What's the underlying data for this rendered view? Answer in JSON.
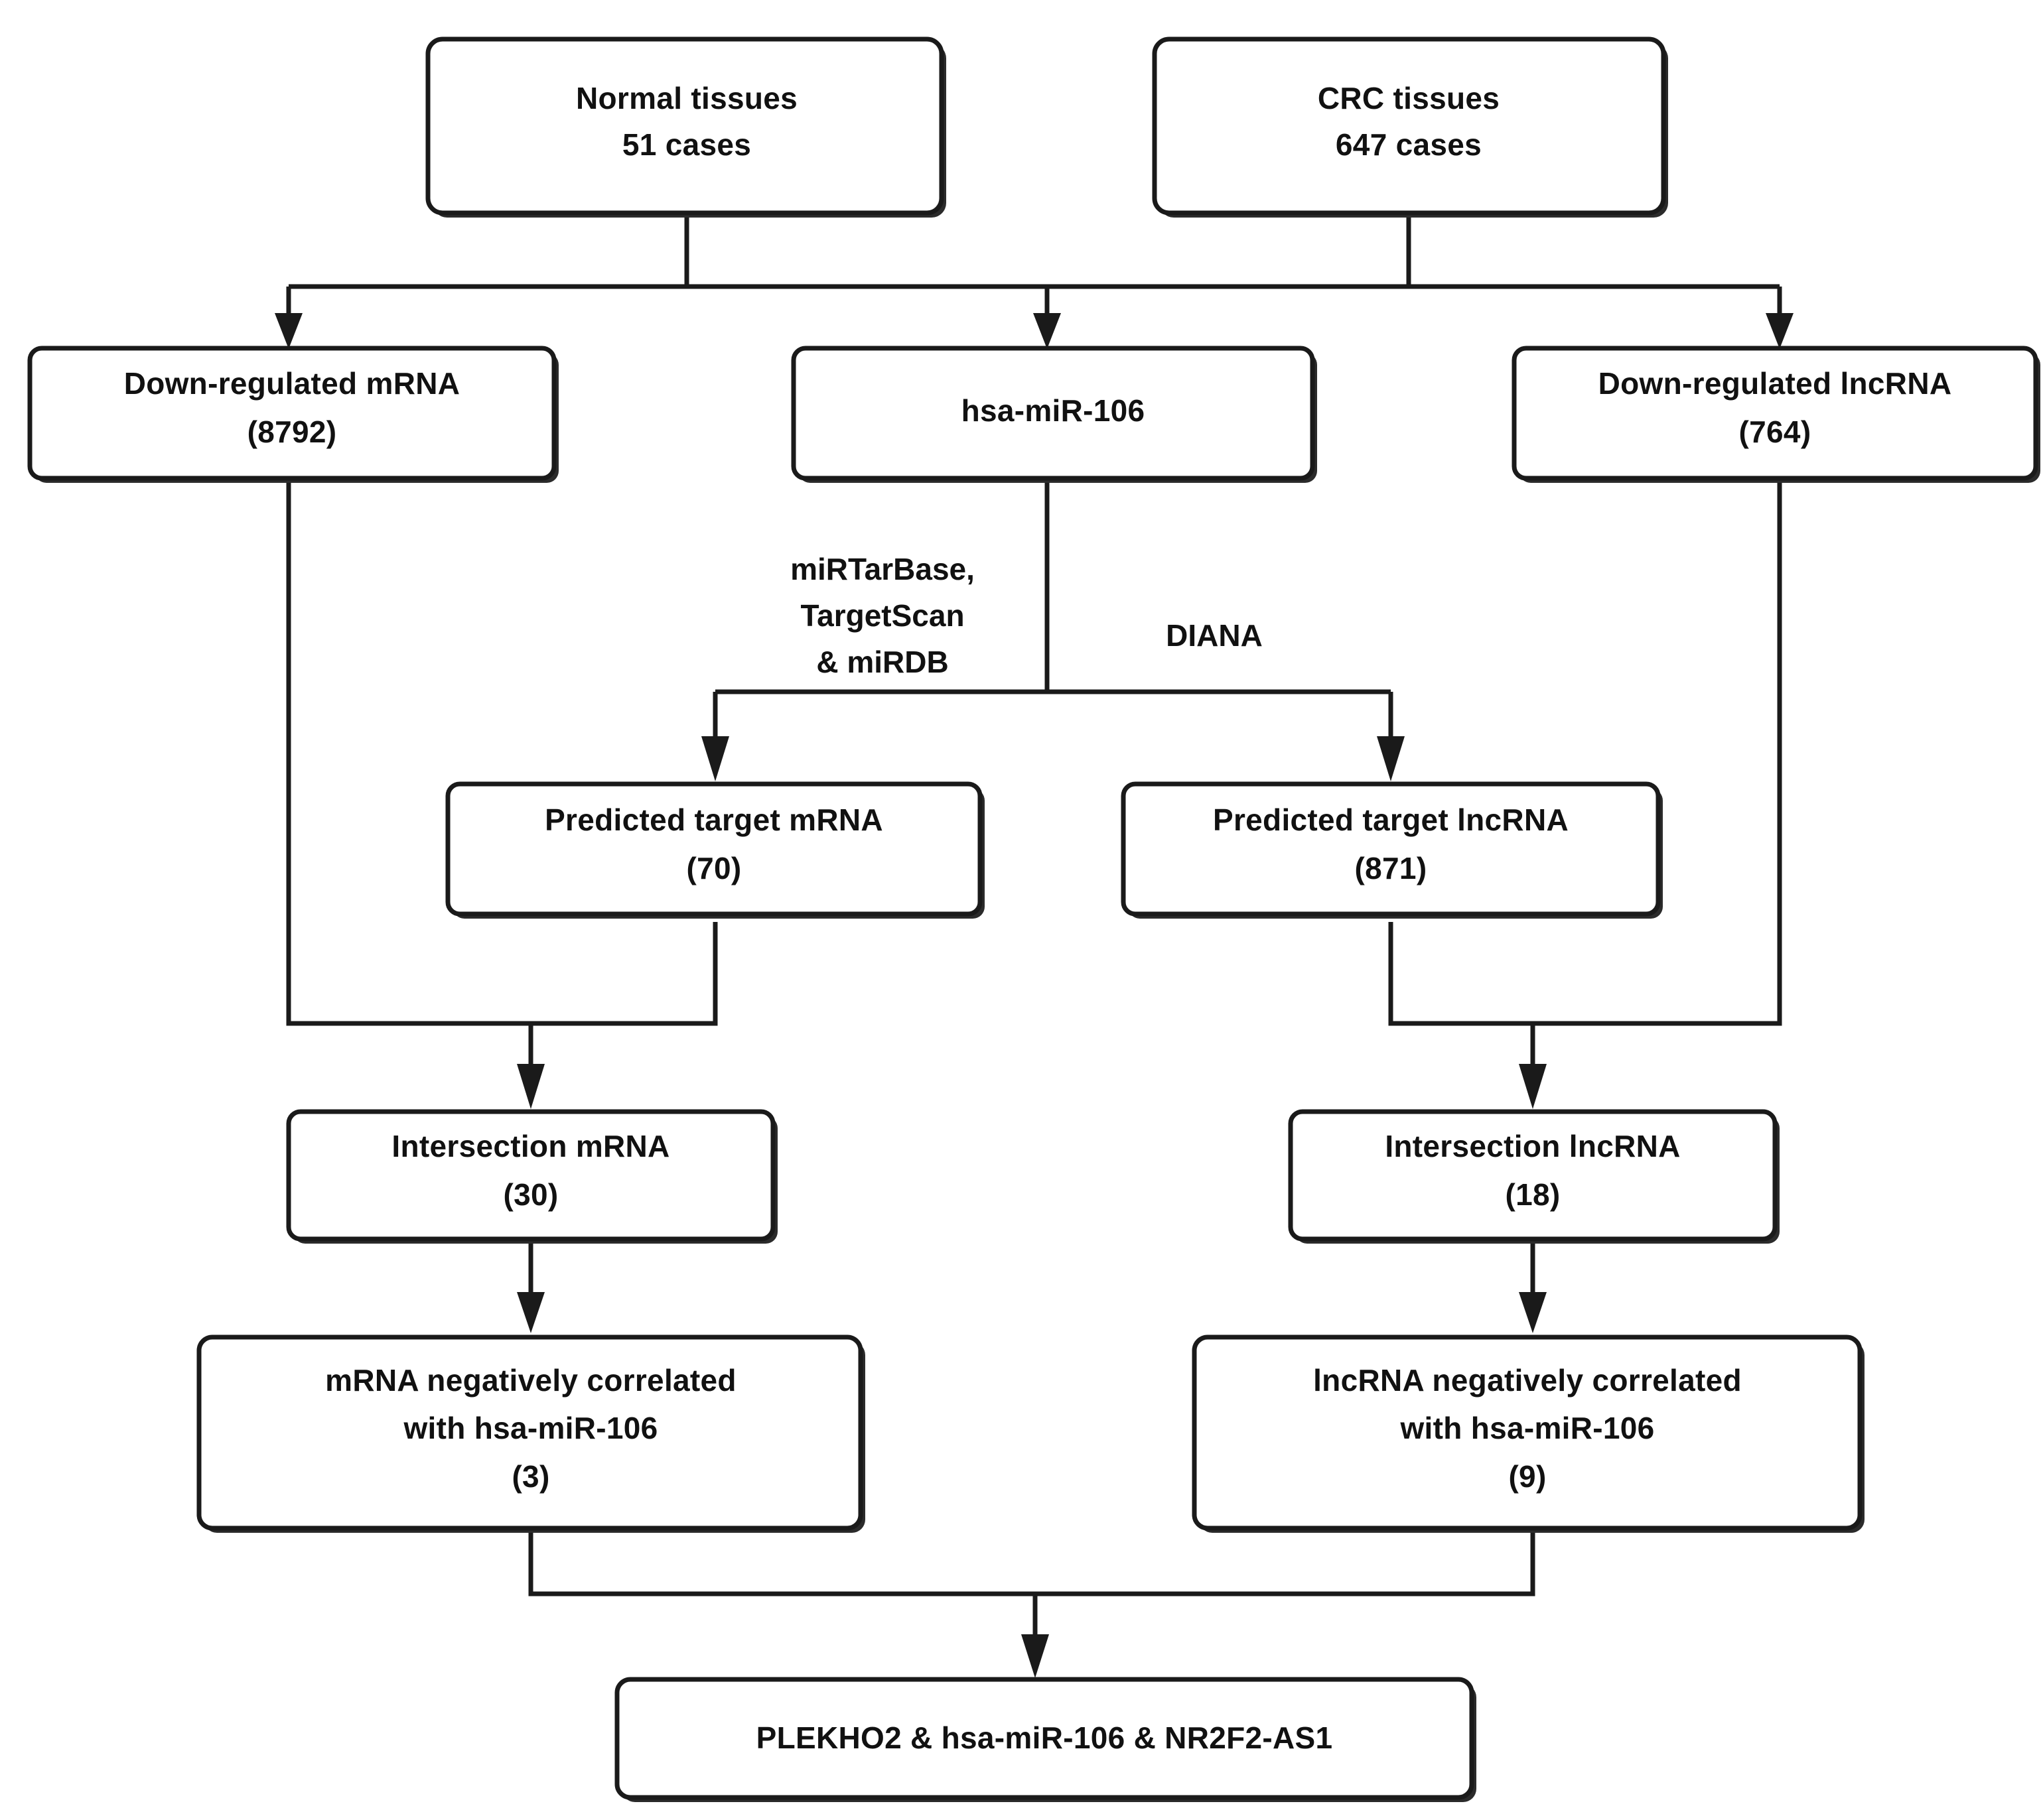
{
  "diagram": {
    "title": "CRC lncRNA-miRNA-mRNA ceRNA network construction flowchart",
    "type": "flowchart",
    "orientation": "top-to-bottom",
    "colors": {
      "background": "#ffffff",
      "box_fill": "#ffffff",
      "box_stroke": "#1a1a1a",
      "text": "#111111",
      "connector": "#1a1a1a"
    }
  },
  "nodes": {
    "normal_tissues": {
      "line1": "Normal tissues",
      "line2": "51 cases"
    },
    "crc_tissues": {
      "line1": "CRC  tissues",
      "line2": "647 cases"
    },
    "down_mrna": {
      "line1": "Down-regulated mRNA",
      "line2": "(8792)"
    },
    "mirna": {
      "line1": "hsa-miR-106"
    },
    "down_lncrna": {
      "line1": "Down-regulated lncRNA",
      "line2": "(764)"
    },
    "pred_mrna": {
      "line1": "Predicted target mRNA",
      "line2": "(70)"
    },
    "pred_lncrna": {
      "line1": "Predicted target lncRNA",
      "line2": "(871)"
    },
    "inter_mrna": {
      "line1": "Intersection mRNA",
      "line2": "(30)"
    },
    "inter_lncrna": {
      "line1": "Intersection lncRNA",
      "line2": "(18)"
    },
    "neg_mrna": {
      "line1": "mRNA negatively correlated",
      "line2": "with hsa-miR-106",
      "line3": "(3)"
    },
    "neg_lncrna": {
      "line1": "lncRNA negatively correlated",
      "line2": "with hsa-miR-106",
      "line3": "(9)"
    },
    "final_axis": {
      "line1": "PLEKHO2 & hsa-miR-106 & NR2F2-AS1"
    }
  },
  "edge_labels": {
    "mrna_databases_line1": "miRTarBase,",
    "mrna_databases_line2": "TargetScan",
    "mrna_databases_line3": "& miRDB",
    "lncrna_database": "DIANA"
  }
}
